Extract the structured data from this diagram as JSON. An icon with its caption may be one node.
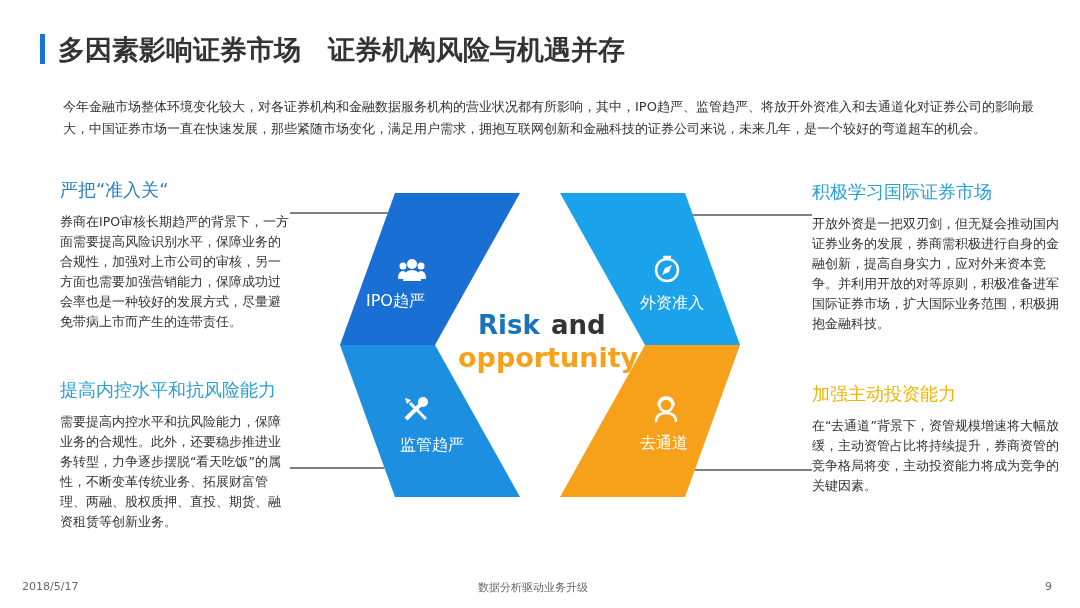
{
  "diagram": {
    "title": "多因素影响证券市场　证券机构风险与机遇并存",
    "nodes": [
      {
        "text": [
          "IPO趋严"
        ]
      },
      {
        "text": [
          "监管趋严"
        ]
      },
      {
        "text": [
          "外资准入"
        ]
      },
      {
        "text": [
          "去通道"
        ]
      },
      {
        "text": [
          "严把“准入关“",
          "券商在IPO审核长期趋严的背景下，一方面需要提高风险识别水平，保障业务的合规性，加强对上市公司的审核，另一方面也需要加强营销能力，保障成功过会率也是一种较好的发展方式，尽量避免带病上市而产生的连带责任。"
        ]
      },
      {
        "text": [
          "提高内控水平和抗风险能力",
          "需要提高内控水平和抗风险能力，保障业务的合规性。此外，还要稳步推进业务转型，力争逐步摆脱“看天吃饭”的属性，不断变革传统业务、拓展财富管理、两融、股权质押、直投、期货、融资租赁等创新业务。"
        ]
      },
      {
        "text": [
          "积极学习国际证券市场",
          "开放外资是一把双刃剑，但无疑会推动国内证券业务的发展，券商需积极进行自身的金融创新，提高自身实力，应对外来资本竞争。并利用开放的对等原则，积极准备进军国际证券市场，扩大国际业务范围，积极拥抱金融科技。"
        ]
      },
      {
        "text": [
          "加强主动投资能力",
          "在“去通道”背景下，资管规模增速将大幅放缓，主动资管占比将持续提升，券商资管的竞争格局将变，主动投资能力将成为竞争的关键因素。"
        ]
      }
    ],
    "edges": [
      {
        "from": 4,
        "to": 0,
        "arrow": "none"
      },
      {
        "from": 5,
        "to": 1,
        "arrow": "none"
      },
      {
        "from": 6,
        "to": 2,
        "arrow": "none"
      },
      {
        "from": 7,
        "to": 3,
        "arrow": "none"
      }
    ],
    "labels": [
      "今年金融市场整体环境变化较大，对各证券机构和金融数据服务机构的营业状况都有所影响，其中，IPO趋严、监管趋严、将放开外资准入和去通道化对证券公司的影响最大，中国证券市场一直在快速发展，那些紧随市场变化，满足用户需求，拥抱互联网创新和金融科技的证券公司来说，未来几年，是一个较好的弯道超车的机会。",
      "Risk",
      "and",
      "opportunity",
      "2018/5/17",
      "数据分析驱动业务升级",
      "9"
    ]
  }
}
